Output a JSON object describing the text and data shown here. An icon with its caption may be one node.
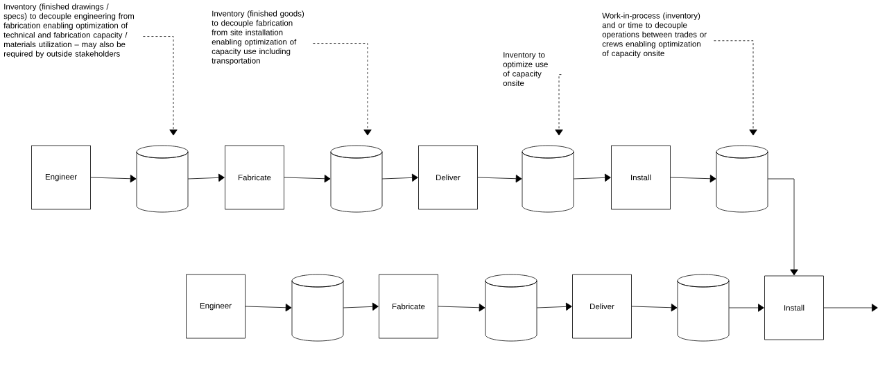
{
  "diagram": {
    "nodes": [
      {
        "text": [
          "Inventory (finished drawings / specs) to decouple engineering from fabrication enabling optimization of technical and fabrication capacity / materials utilization – may also be required by outside stakeholders"
        ]
      },
      {
        "text": [
          "Inventory (finished goods) to decouple fabrication from site installation enabling optimization of capacity use including transportation"
        ]
      },
      {
        "text": [
          "Inventory to optimize use of capacity onsite"
        ]
      },
      {
        "text": [
          "Work-in-process (inventory) and or time to decouple operations between trades or crews enabling optimization of capacity onsite"
        ]
      },
      {
        "text": [
          "Engineer"
        ]
      },
      {
        "text": [],
        "shape": "cylinder"
      },
      {
        "text": [
          "Fabricate"
        ]
      },
      {
        "text": [],
        "shape": "cylinder"
      },
      {
        "text": [
          "Deliver"
        ]
      },
      {
        "text": [],
        "shape": "cylinder"
      },
      {
        "text": [
          "Install"
        ]
      },
      {
        "text": [],
        "shape": "cylinder"
      },
      {
        "text": [
          "Engineer"
        ]
      },
      {
        "text": [],
        "shape": "cylinder"
      },
      {
        "text": [
          "Fabricate"
        ]
      },
      {
        "text": [],
        "shape": "cylinder"
      },
      {
        "text": [
          "Deliver"
        ]
      },
      {
        "text": [],
        "shape": "cylinder"
      },
      {
        "text": [
          "Install"
        ]
      }
    ],
    "edges": [
      {
        "from": 0,
        "to": 5,
        "arrow": "to",
        "style": "dashed"
      },
      {
        "from": 1,
        "to": 7,
        "arrow": "to",
        "style": "dashed"
      },
      {
        "from": 2,
        "to": 9,
        "arrow": "to",
        "style": "dashed"
      },
      {
        "from": 3,
        "to": 11,
        "arrow": "to",
        "style": "dashed"
      },
      {
        "from": 4,
        "to": 5,
        "arrow": "to"
      },
      {
        "from": 5,
        "to": 6,
        "arrow": "to"
      },
      {
        "from": 6,
        "to": 7,
        "arrow": "to"
      },
      {
        "from": 7,
        "to": 8,
        "arrow": "to"
      },
      {
        "from": 8,
        "to": 9,
        "arrow": "to"
      },
      {
        "from": 9,
        "to": 10,
        "arrow": "to"
      },
      {
        "from": 10,
        "to": 11,
        "arrow": "to"
      },
      {
        "from": 11,
        "to": 18,
        "arrow": "to"
      },
      {
        "from": 12,
        "to": 13,
        "arrow": "to"
      },
      {
        "from": 13,
        "to": 14,
        "arrow": "to"
      },
      {
        "from": 14,
        "to": 15,
        "arrow": "to"
      },
      {
        "from": 15,
        "to": 16,
        "arrow": "to"
      },
      {
        "from": 16,
        "to": 17,
        "arrow": "to"
      },
      {
        "from": 17,
        "to": 18,
        "arrow": "to"
      },
      {
        "from": 18,
        "to": null,
        "arrow": "to"
      }
    ]
  }
}
